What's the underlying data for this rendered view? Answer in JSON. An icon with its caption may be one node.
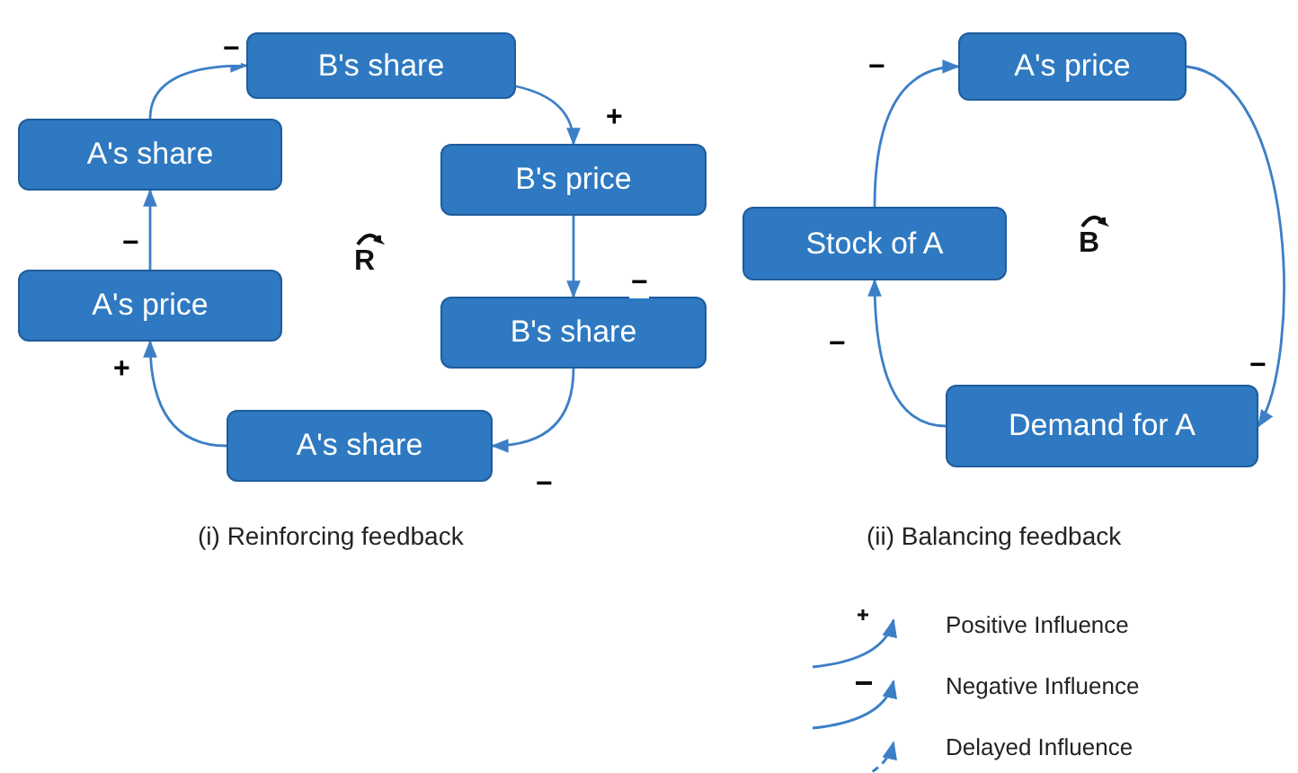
{
  "diagram": {
    "nodes": [
      {
        "text": [
          "B's share"
        ]
      },
      {
        "text": [
          "B's price"
        ]
      },
      {
        "text": [
          "B's share"
        ]
      },
      {
        "text": [
          "A's share"
        ]
      },
      {
        "text": [
          "A's price"
        ]
      },
      {
        "text": [
          "A's share"
        ]
      },
      {
        "text": [
          "A's price"
        ]
      },
      {
        "text": [
          "Stock of A"
        ]
      },
      {
        "text": [
          "Demand for A"
        ]
      }
    ],
    "edges": [
      {
        "from": 5,
        "to": 0,
        "arrow": "to",
        "label": "−"
      },
      {
        "from": 0,
        "to": 1,
        "arrow": "to",
        "label": "+"
      },
      {
        "from": 1,
        "to": 2,
        "arrow": "to",
        "label": "−"
      },
      {
        "from": 2,
        "to": 3,
        "arrow": "to",
        "label": "−"
      },
      {
        "from": 3,
        "to": 4,
        "arrow": "to",
        "label": "+"
      },
      {
        "from": 4,
        "to": 5,
        "arrow": "to",
        "label": "−"
      },
      {
        "from": 6,
        "to": 8,
        "arrow": "to",
        "label": "−"
      },
      {
        "from": 8,
        "to": 7,
        "arrow": "to",
        "label": "−"
      },
      {
        "from": 7,
        "to": 6,
        "arrow": "to",
        "label": "−"
      }
    ],
    "labels": [
      "R",
      "B",
      "(i) Reinforcing feedback",
      "(ii) Balancing feedback"
    ],
    "legend": [
      {
        "text": "Positive Influence"
      },
      {
        "text": "Negative Influence"
      },
      {
        "text": "Delayed Influence"
      }
    ]
  }
}
